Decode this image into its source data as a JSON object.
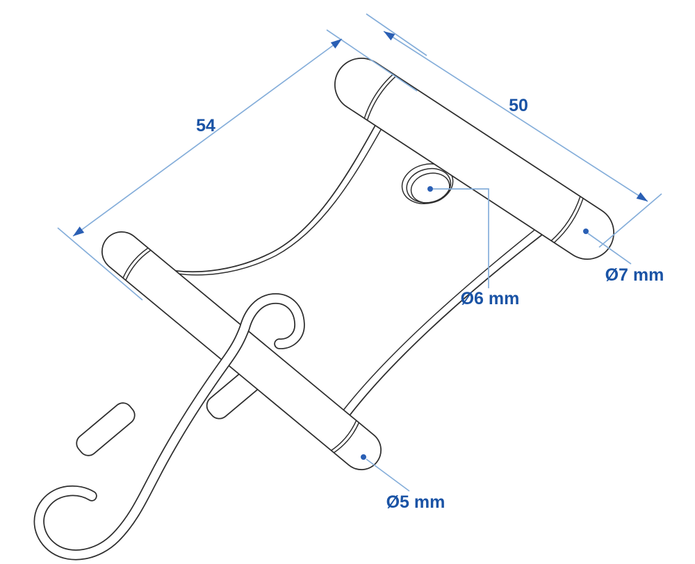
{
  "labels": {
    "dim_depth": "54",
    "dim_length": "50",
    "dia_top_bar": "Ø7 mm",
    "dia_hole": "Ø6 mm",
    "dia_bottom_bar": "Ø5 mm"
  },
  "colors": {
    "dim_line": "#85aeda",
    "dim_arrow": "#2a5fb4",
    "dim_text": "#1a53a5",
    "part_line": "#2e2e2e",
    "background": "#ffffff"
  }
}
